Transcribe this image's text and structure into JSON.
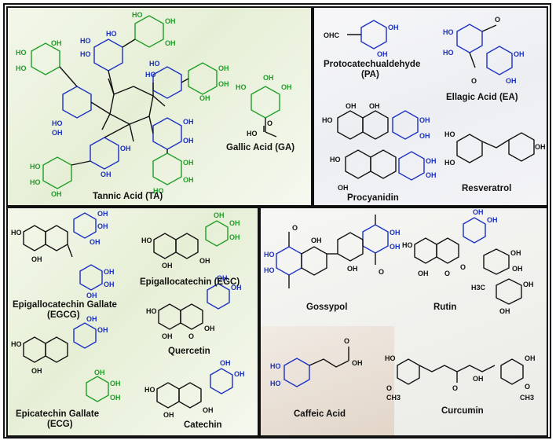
{
  "labels": {
    "tannic_acid": "Tannic Acid (TA)",
    "gallic_acid": "Gallic Acid (GA)",
    "protocatechualdehyde_1": "Protocatechualdehyde",
    "protocatechualdehyde_2": "(PA)",
    "ellagic_acid": "Ellagic Acid (EA)",
    "procyanidin": "Procyanidin",
    "resveratrol": "Resveratrol",
    "egcg_1": "Epigallocatechin Gallate",
    "egcg_2": "(EGCG)",
    "egc": "Epigallocatechin (EGC)",
    "quercetin": "Quercetin",
    "ecg_1": "Epicatechin Gallate",
    "ecg_2": "(ECG)",
    "catechin": "Catechin",
    "gossypol": "Gossypol",
    "rutin": "Rutin",
    "caffeic_acid": "Caffeic Acid",
    "curcumin": "Curcumin"
  },
  "atoms": {
    "ho": "HO",
    "oh": "OH",
    "o": "O",
    "ohc": "OHC",
    "ch3": "H3C",
    "och3": "O-CH3",
    "ch3o": "CH3"
  },
  "colors": {
    "bond": "#111111",
    "catechol_blue": "#1a2fc4",
    "pyrogallol_green": "#1f9e27"
  }
}
